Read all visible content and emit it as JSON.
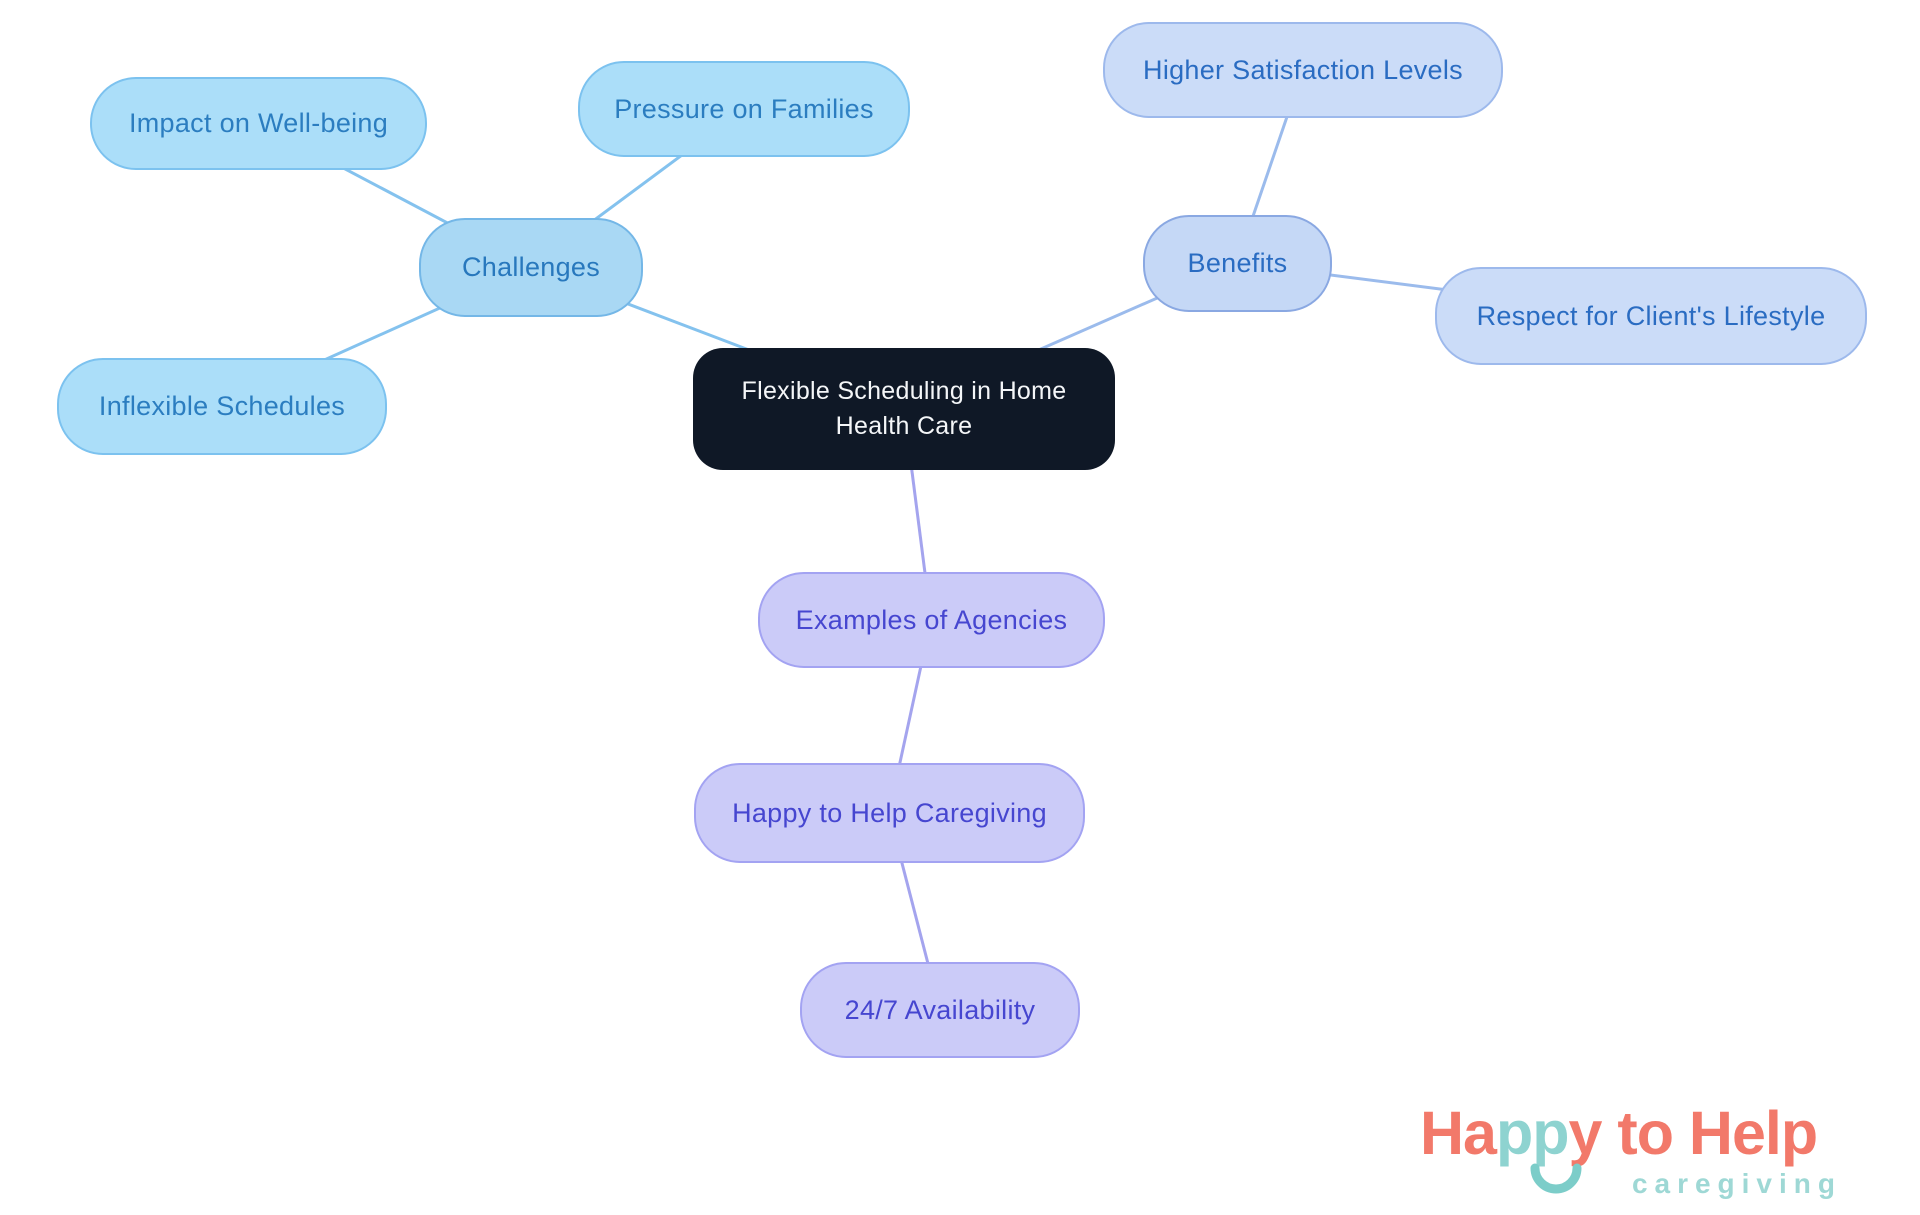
{
  "diagram": {
    "type": "mindmap",
    "nodes": {
      "root": {
        "label": "Flexible Scheduling in Home Health Care",
        "parent": null
      },
      "challenges": {
        "label": "Challenges",
        "parent": "root"
      },
      "impact": {
        "label": "Impact on Well-being",
        "parent": "challenges"
      },
      "pressure": {
        "label": "Pressure on Families",
        "parent": "challenges"
      },
      "inflexible": {
        "label": "Inflexible Schedules",
        "parent": "challenges"
      },
      "benefits": {
        "label": "Benefits",
        "parent": "root"
      },
      "satisfaction": {
        "label": "Higher Satisfaction Levels",
        "parent": "benefits"
      },
      "respect": {
        "label": "Respect for Client's Lifestyle",
        "parent": "benefits"
      },
      "examples": {
        "label": "Examples of Agencies",
        "parent": "root"
      },
      "happy_to_help": {
        "label": "Happy to Help Caregiving",
        "parent": "examples"
      },
      "availability": {
        "label": "24/7 Availability",
        "parent": "happy_to_help"
      }
    },
    "colors": {
      "root_fill": "#0f1826",
      "root_text": "#f4f6f8",
      "challenges_branch_fill": "#abdef9",
      "challenges_branch_border": "#7cc2ef",
      "challenges_branch_text": "#2b7dc0",
      "benefits_branch_fill": "#cbdcf8",
      "benefits_branch_border": "#9db9ec",
      "benefits_branch_text": "#2a6cc2",
      "examples_branch_fill": "#cbcbf8",
      "examples_branch_border": "#a3a3f2",
      "examples_branch_text": "#4646d0",
      "edge_sky": "#84c2ee",
      "edge_periwinkle": "#9bbbec",
      "edge_lavender": "#a4a4ee"
    }
  },
  "logo": {
    "segments": [
      {
        "text": "Ha",
        "color": "#f2796a"
      },
      {
        "text": "pp",
        "color": "#8ed3d0"
      },
      {
        "text": "y to Help",
        "color": "#f2796a"
      }
    ],
    "tagline": "caregiving",
    "smile_color": "#7ccdc9"
  }
}
